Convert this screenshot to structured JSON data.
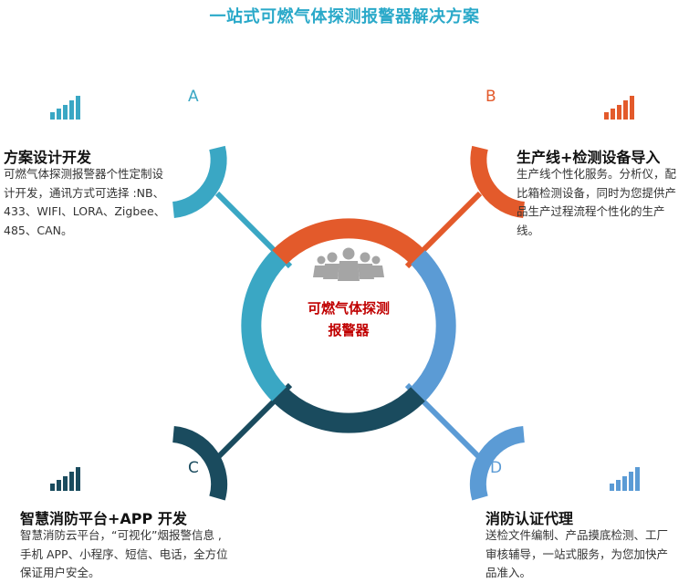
{
  "title": "一站式可燃气体探测报警器解决方案",
  "center": {
    "line1": "可燃气体探测",
    "line2": "报警器"
  },
  "colors": {
    "a": "#3aa7c4",
    "b": "#e35a2b",
    "c": "#1a4b5e",
    "d": "#5b9bd5",
    "center_icon": "#a5a5a5",
    "center_text": "#c00000"
  },
  "icons": {
    "people": "people-group-icon",
    "signal": "signal-bars-icon"
  },
  "sections": {
    "a": {
      "letter": "A",
      "title": "方案设计开发",
      "desc": "可燃气体探测报警器个性定制设计开发，通讯方式可选择 :NB、433、WIFI、LORA、Zigbee、485、CAN。"
    },
    "b": {
      "letter": "B",
      "title": "生产线+检测设备导入",
      "desc": "生产线个性化服务。分析仪，配比箱检测设备，同时为您提供产品生产过程流程个性化的生产线。"
    },
    "c": {
      "letter": "C",
      "title": "智慧消防平台+APP 开发",
      "desc": "智慧消防云平台，“可视化”烟报警信息 ,手机 APP、小程序、短信、电话，全方位保证用户安全。"
    },
    "d": {
      "letter": "D",
      "title": "消防认证代理",
      "desc": "送检文件编制、产品摸底检测、工厂审核辅导，一站式服务，为您加快产品准入。"
    }
  }
}
